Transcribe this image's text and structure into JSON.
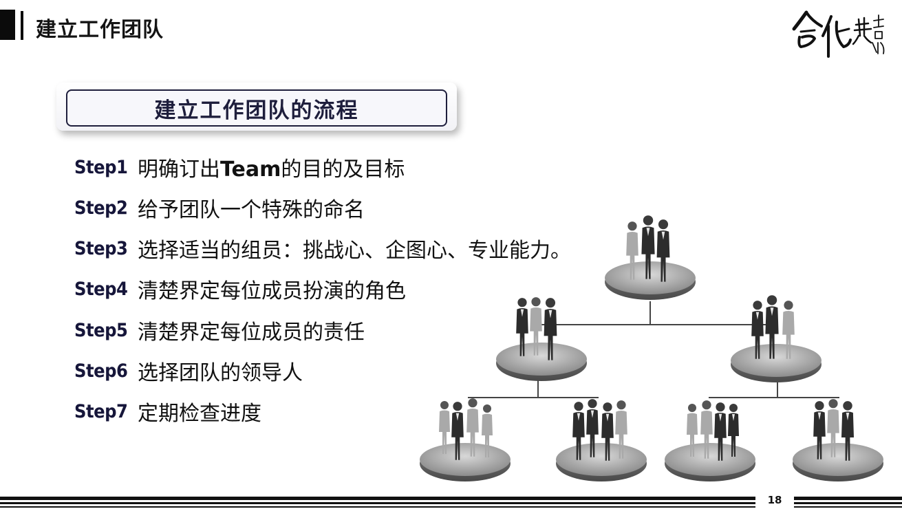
{
  "header": {
    "title": "建立工作团队"
  },
  "logo": {
    "text": "合作共赢"
  },
  "banner": {
    "title": "建立工作团队的流程"
  },
  "steps": [
    {
      "label": "Step1",
      "text_pre": "明确订出",
      "text_bold": "Team",
      "text_post": "的目的及目标"
    },
    {
      "label": "Step2",
      "text": "给予团队一个特殊的命名"
    },
    {
      "label": "Step3",
      "text": "选择适当的组员：挑战心、企图心、专业能力。"
    },
    {
      "label": "Step4",
      "text": "清楚界定每位成员扮演的角色"
    },
    {
      "label": "Step5",
      "text": "清楚界定每位成员的责任"
    },
    {
      "label": "Step6",
      "text": "选择团队的领导人"
    },
    {
      "label": "Step7",
      "text": "定期检查进度"
    }
  ],
  "footer": {
    "page_number": "18"
  }
}
